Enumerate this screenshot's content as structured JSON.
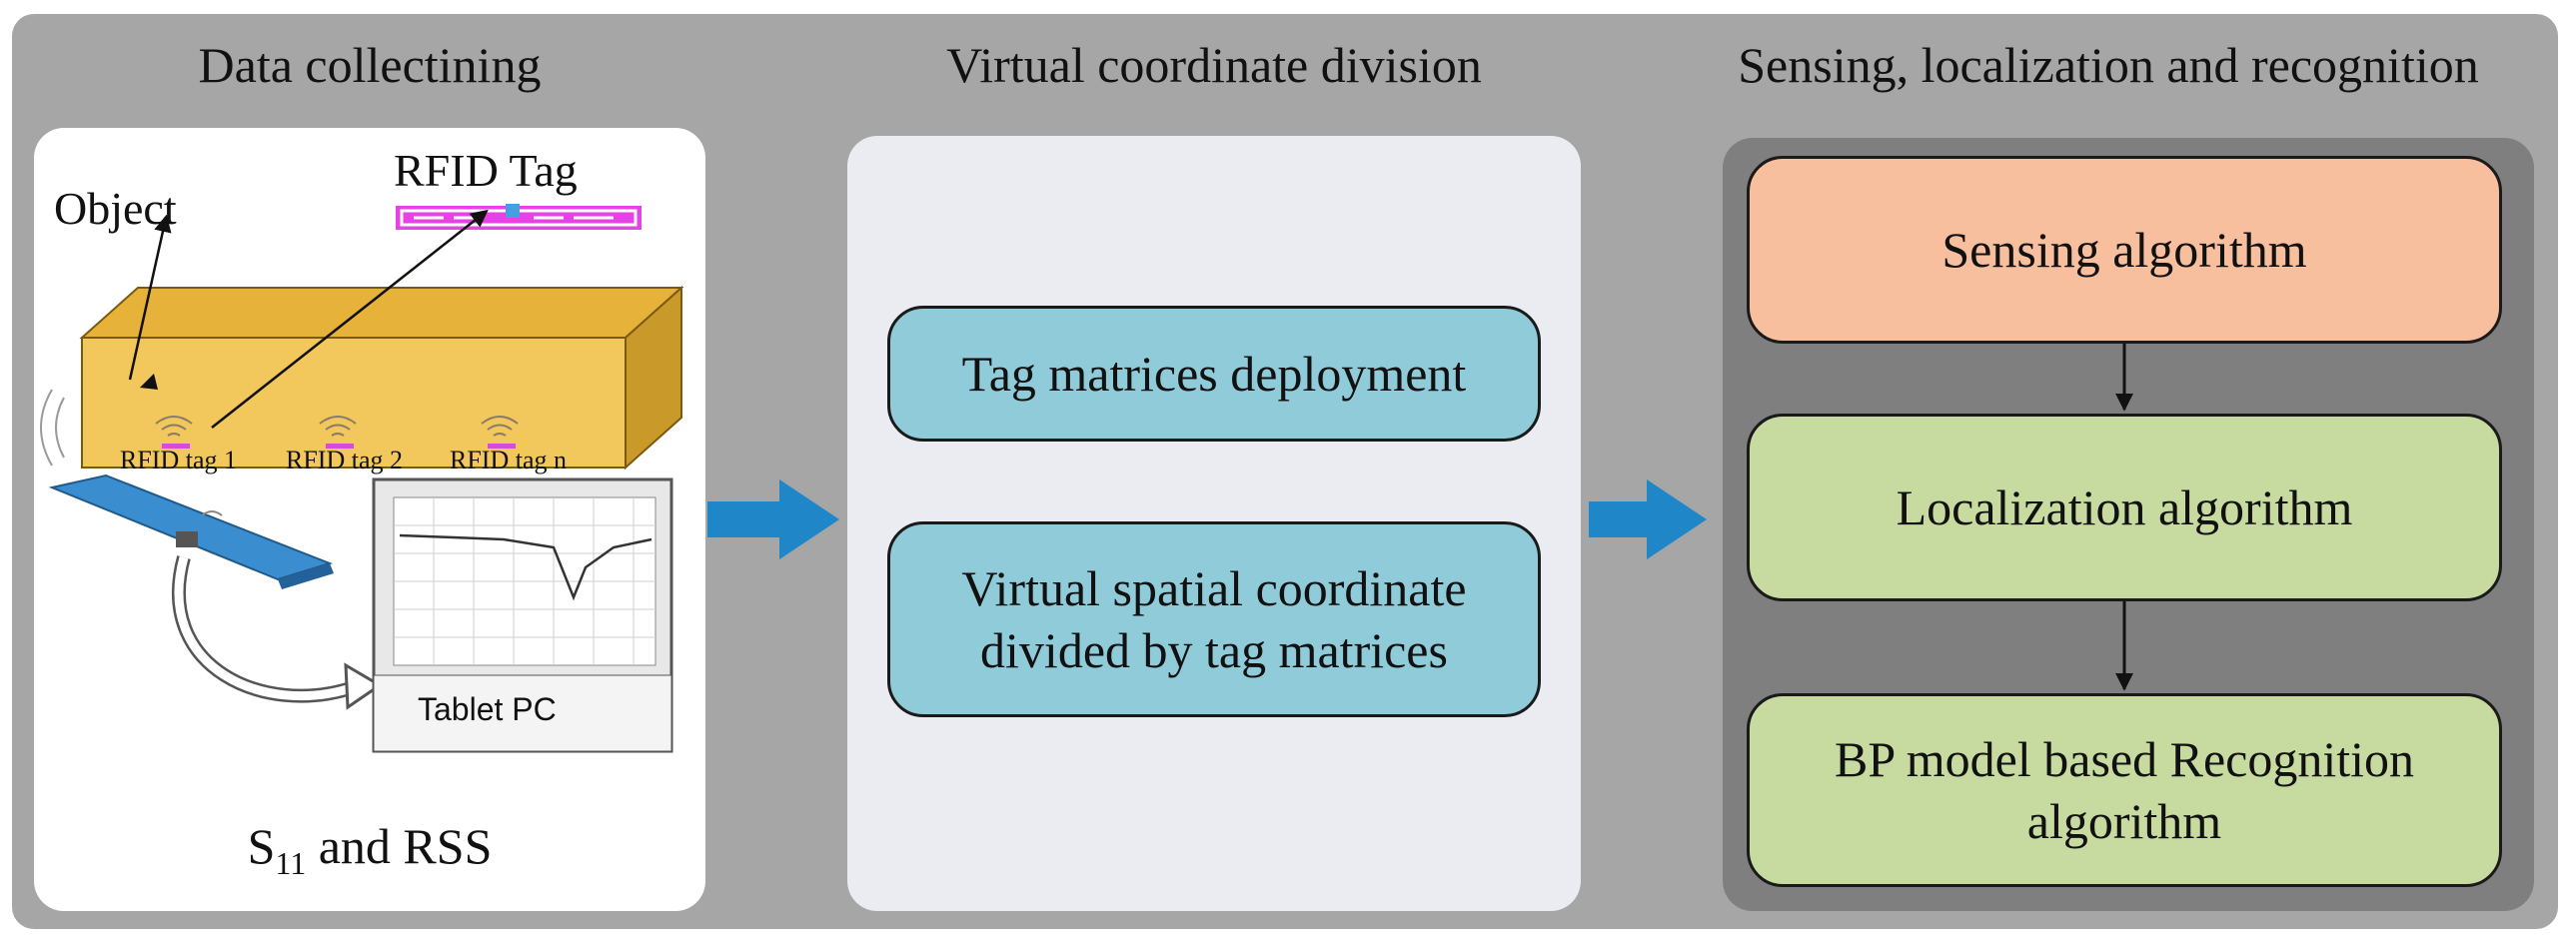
{
  "sections": {
    "data_collecting": {
      "title": "Data collectining",
      "object_label": "Object",
      "rfid_tag_label": "RFID Tag",
      "tag_labels": [
        "RFID tag 1",
        "RFID tag 2",
        "RFID tag n"
      ],
      "tablet_label": "Tablet PC",
      "measure_main": "S",
      "measure_sub": "11",
      "measure_rest": " and RSS"
    },
    "virtual_division": {
      "title": "Virtual coordinate division",
      "box1": "Tag matrices deployment",
      "box2_line1": "Virtual spatial coordinate",
      "box2_line2": "divided by tag matrices"
    },
    "sensing": {
      "title": "Sensing, localization and recognition",
      "box1": "Sensing algorithm",
      "box2": "Localization algorithm",
      "box3_line1": "BP model based Recognition",
      "box3_line2": "algorithm"
    }
  },
  "colors": {
    "frame": "#a6a6a6",
    "blue_box": "#8fcbd8",
    "orange_box": "#f7bf9e",
    "green_box": "#c7dba0",
    "flow_arrow": "#1f86c8",
    "box_face": "#f2c75c"
  }
}
